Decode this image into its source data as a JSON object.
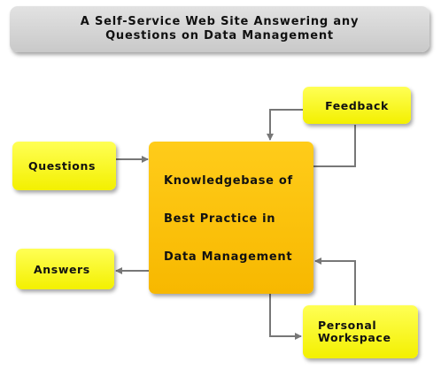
{
  "title": "A Self-Service Web Site Answering any Questions on Data Management",
  "nodes": {
    "feedback": "Feedback",
    "questions": "Questions",
    "answers": "Answers",
    "workspace": "Personal\nWorkspace",
    "knowledgebase": {
      "line1": "Knowledgebase of",
      "line2": "Best Practice in",
      "line3": "Data Management"
    }
  },
  "colors": {
    "banner": "#d6d6d6",
    "node": "#ffff33",
    "center": "#ffc20e",
    "connector": "#777777"
  }
}
